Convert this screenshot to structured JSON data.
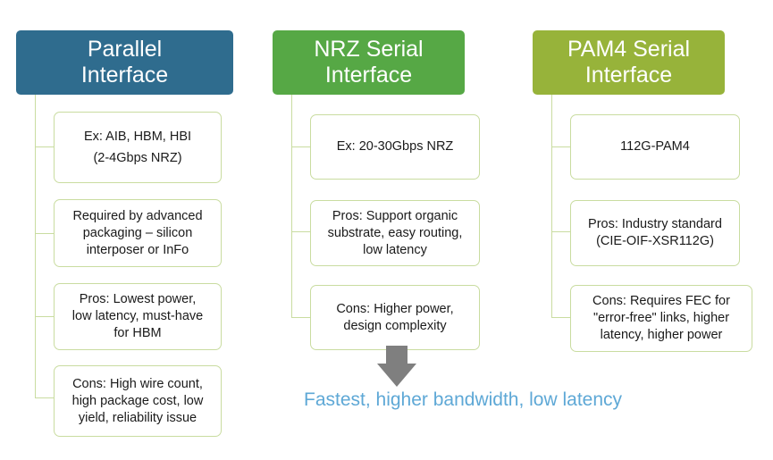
{
  "columns": [
    {
      "id": "parallel",
      "header": {
        "line1": "Parallel",
        "line2": "Interface",
        "color": "#2f6c8e"
      },
      "items": [
        {
          "lines": [
            "Ex: AIB, HBM, HBI",
            "(2-4Gbps NRZ)"
          ]
        },
        {
          "lines": [
            "Required by advanced",
            "packaging – silicon",
            "interposer or InFo"
          ]
        },
        {
          "lines": [
            "Pros: Lowest power,",
            "low latency, must-have",
            "for HBM"
          ]
        },
        {
          "lines": [
            "Cons: High wire count,",
            "high package cost, low",
            "yield, reliability issue"
          ]
        }
      ]
    },
    {
      "id": "nrz",
      "header": {
        "line1": "NRZ Serial",
        "line2": "Interface",
        "color": "#56a845"
      },
      "items": [
        {
          "lines": [
            "Ex: 20-30Gbps NRZ"
          ]
        },
        {
          "lines": [
            "Pros: Support organic",
            "substrate, easy routing,",
            "low latency"
          ]
        },
        {
          "lines": [
            "Cons: Higher power,",
            "design complexity"
          ]
        }
      ]
    },
    {
      "id": "pam4",
      "header": {
        "line1": "PAM4 Serial",
        "line2": "Interface",
        "color": "#97b33a"
      },
      "items": [
        {
          "lines": [
            "112G-PAM4"
          ]
        },
        {
          "lines": [
            "Pros: Industry standard",
            "(CIE-OIF-XSR112G)"
          ]
        },
        {
          "lines": [
            "Cons: Requires FEC for",
            "\"error-free\" links, higher",
            "latency, higher power"
          ]
        }
      ]
    }
  ],
  "footer": {
    "text": "Fastest, higher bandwidth, low latency"
  },
  "colors": {
    "connector": "#c9dca0",
    "footer_text": "#5ea8d6",
    "arrow": "#7f7f7f"
  }
}
